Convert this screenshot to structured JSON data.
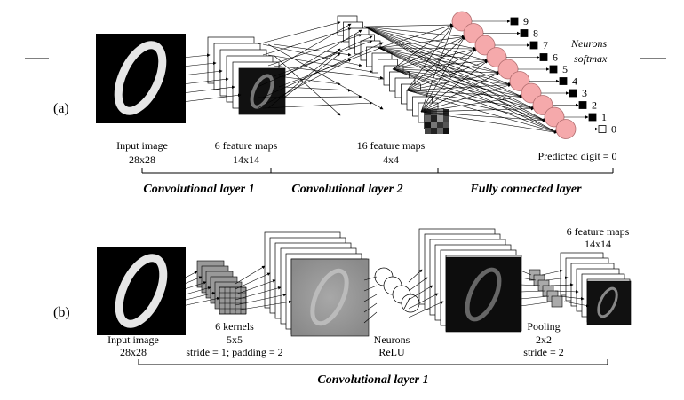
{
  "panel_a": {
    "tag": "(a)",
    "input": {
      "label": "Input image",
      "size": "28x28"
    },
    "conv1_maps": {
      "label": "6 feature maps",
      "size": "14x14"
    },
    "conv2_maps": {
      "label": "16 feature maps",
      "size": "4x4"
    },
    "neurons": {
      "line1": "Neurons",
      "line2": "softmax"
    },
    "digits": [
      "9",
      "8",
      "7",
      "6",
      "5",
      "4",
      "3",
      "2",
      "1",
      "0"
    ],
    "predicted": "Predicted digit = 0",
    "layers": [
      "Convolutional layer 1",
      "Convolutional layer 2",
      "Fully connected layer"
    ]
  },
  "panel_b": {
    "tag": "(b)",
    "input": {
      "label": "Input image",
      "size": "28x28"
    },
    "kernels": {
      "label": "6 kernels",
      "size": "5x5",
      "params": "stride = 1; padding = 2"
    },
    "neurons": {
      "label": "Neurons",
      "activation": "ReLU"
    },
    "pooling": {
      "label": "Pooling",
      "size": "2x2",
      "stride": "stride = 2"
    },
    "output_maps": {
      "label": "6 feature maps",
      "size": "14x14"
    },
    "layer": "Convolutional layer 1"
  }
}
